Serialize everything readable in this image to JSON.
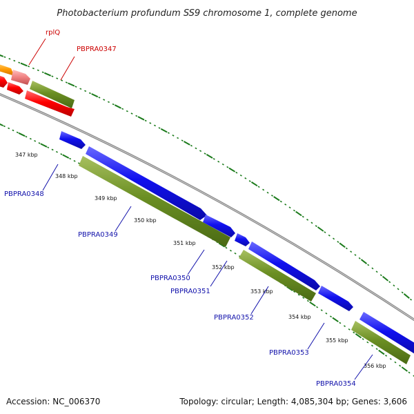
{
  "map": {
    "title": "Photobacterium profundum SS9 chromosome 1, complete genome",
    "footer": {
      "accession": "Accession: NC_006370",
      "summary": "Topology: circular; Length: 4,085,304 bp; Genes: 3,606"
    }
  },
  "colors": {
    "backbone": "#888888",
    "tick": "#1a7a1a",
    "cds_blue": "#1010ee",
    "gene_olive": "#6b8f23",
    "red_cds": "#ff0000",
    "rna_pink": "#f08080",
    "orange_feature": "#ff9900",
    "label_blue": "#1010aa",
    "label_red": "#cc0000"
  },
  "kbp_labels": [
    "347 kbp",
    "348 kbp",
    "349 kbp",
    "350 kbp",
    "351 kbp",
    "352 kbp",
    "353 kbp",
    "354 kbp",
    "355 kbp",
    "356 kbp"
  ],
  "gene_labels": [
    {
      "text": "rplQ",
      "color": "red"
    },
    {
      "text": "PBPRA0347",
      "color": "red"
    },
    {
      "text": "PBPRA0348",
      "color": "blue"
    },
    {
      "text": "PBPRA0349",
      "color": "blue"
    },
    {
      "text": "PBPRA0350",
      "color": "blue"
    },
    {
      "text": "PBPRA0351",
      "color": "blue"
    },
    {
      "text": "PBPRA0352",
      "color": "blue"
    },
    {
      "text": "PBPRA0353",
      "color": "blue"
    },
    {
      "text": "PBPRA0354",
      "color": "blue"
    }
  ]
}
